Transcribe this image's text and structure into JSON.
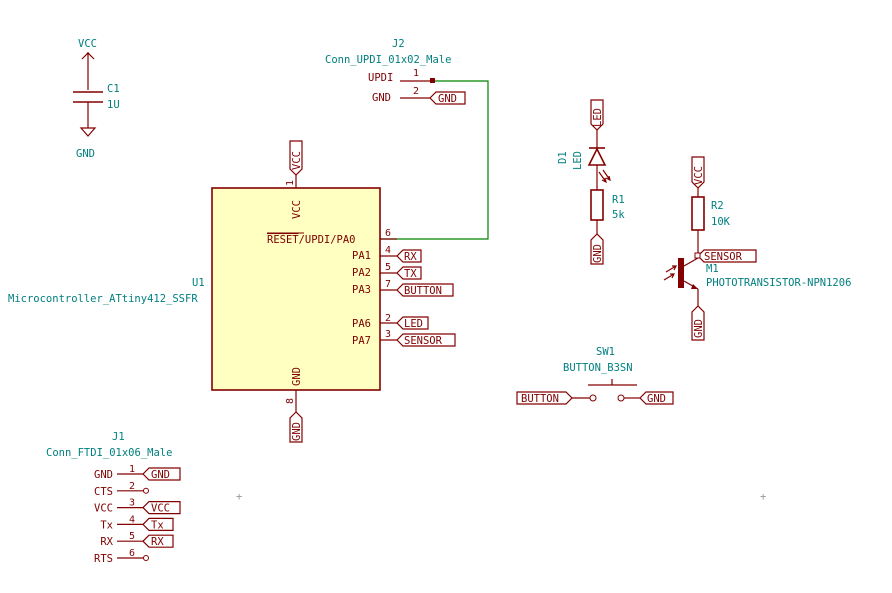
{
  "power": {
    "vcc": "VCC",
    "gnd": "GND"
  },
  "c1": {
    "ref": "C1",
    "value": "1U"
  },
  "j2": {
    "ref": "J2",
    "value": "Conn_UPDI_01x02_Male",
    "pins": [
      {
        "name": "UPDI",
        "num": "1"
      },
      {
        "name": "GND",
        "num": "2"
      }
    ],
    "labels": {
      "gnd": "GND"
    }
  },
  "u1": {
    "ref": "U1",
    "value": "Microcontroller_ATtiny412_SSFR",
    "pins": {
      "vcc": {
        "name": "VCC",
        "num": "1"
      },
      "gnd": {
        "name": "GND",
        "num": "8"
      },
      "reset_prefix": "RESET",
      "reset_rest": "/UPDI/PA0",
      "reset_num": "6",
      "pa1": {
        "name": "PA1",
        "num": "4"
      },
      "pa2": {
        "name": "PA2",
        "num": "5"
      },
      "pa3": {
        "name": "PA3",
        "num": "7"
      },
      "pa6": {
        "name": "PA6",
        "num": "2"
      },
      "pa7": {
        "name": "PA7",
        "num": "3"
      }
    },
    "labels": {
      "rx": "RX",
      "tx": "TX",
      "button": "BUTTON",
      "led": "LED",
      "sensor": "SENSOR",
      "vcc": "VCC",
      "gnd": "GND"
    },
    "body_color": "#ffffc2"
  },
  "d1": {
    "ref": "D1",
    "value": "LED",
    "label_top": "LED",
    "label_bottom": "GND"
  },
  "r1": {
    "ref": "R1",
    "value": "5k"
  },
  "r2": {
    "ref": "R2",
    "value": "10K",
    "label_top": "VCC"
  },
  "m1": {
    "ref": "M1",
    "value": "PHOTOTRANSISTOR-NPN1206",
    "label_sensor": "SENSOR",
    "label_gnd": "GND"
  },
  "sw1": {
    "ref": "SW1",
    "value": "BUTTON_B3SN",
    "label_left": "BUTTON",
    "label_right": "GND"
  },
  "j1": {
    "ref": "J1",
    "value": "Conn_FTDI_01x06_Male",
    "pins": [
      {
        "name": "GND",
        "num": "1",
        "label": "GND"
      },
      {
        "name": "CTS",
        "num": "2",
        "label": ""
      },
      {
        "name": "VCC",
        "num": "3",
        "label": "VCC"
      },
      {
        "name": "Tx",
        "num": "4",
        "label": "Tx"
      },
      {
        "name": "RX",
        "num": "5",
        "label": "RX"
      },
      {
        "name": "RTS",
        "num": "6",
        "label": ""
      }
    ]
  },
  "colors": {
    "symbol": "#840000",
    "wire": "#008400",
    "text_cyan": "#007f7f",
    "ic_fill": "#ffffc2"
  }
}
